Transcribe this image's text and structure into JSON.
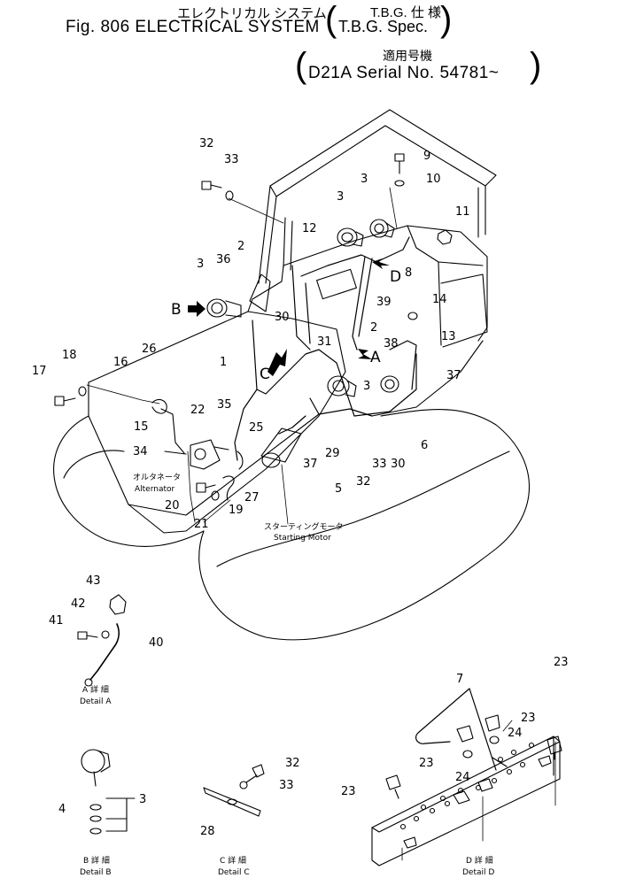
{
  "header": {
    "title_jp": "エレクトリカル システム",
    "title_en": "Fig. 806 ELECTRICAL SYSTEM",
    "spec_jp": "T.B.G. 仕 様",
    "spec_en": "T.B.G. Spec.",
    "serial_jp": "適用号機",
    "serial_en": "D21A Serial No. 54781~"
  },
  "callouts": {
    "c1": "1",
    "c2a": "2",
    "c2b": "2",
    "c3a": "3",
    "c3b": "3",
    "c3c": "3",
    "c3d": "3",
    "c5": "5",
    "c6": "6",
    "c8": "8",
    "c9": "9",
    "c10": "10",
    "c11": "11",
    "c12": "12",
    "c13": "13",
    "c14": "14",
    "c15": "15",
    "c16": "16",
    "c17": "17",
    "c18": "18",
    "c19": "19",
    "c20": "20",
    "c21": "21",
    "c22": "22",
    "c25": "25",
    "c26": "26",
    "c27": "27",
    "c29": "29",
    "c30a": "30",
    "c30b": "30",
    "c31": "31",
    "c32a": "32",
    "c32b": "32",
    "c33a": "33",
    "c33b": "33",
    "c34": "34",
    "c35": "35",
    "c36": "36",
    "c37a": "37",
    "c37b": "37",
    "c38": "38",
    "c39": "39",
    "d40": "40",
    "d41": "41",
    "d42": "42",
    "d43": "43",
    "d3": "3",
    "d4": "4",
    "d28": "28",
    "d32": "32",
    "d33": "33",
    "d7": "7",
    "d23a": "23",
    "d23b": "23",
    "d23c": "23",
    "d23d": "23",
    "d24a": "24",
    "d24b": "24"
  },
  "view_markers": {
    "a": "A",
    "b": "B",
    "c": "C",
    "d": "D"
  },
  "part_labels": {
    "alternator_jp": "オルタネータ",
    "alternator_en": "Alternator",
    "starter_jp": "スターティングモータ",
    "starter_en": "Starting Motor"
  },
  "details": {
    "a_jp": "A 詳 細",
    "a_en": "Detail A",
    "b_jp": "B 詳 細",
    "b_en": "Detail B",
    "c_jp": "C 詳 細",
    "c_en": "Detail C",
    "d_jp": "D 詳 細",
    "d_en": "Detail D"
  }
}
